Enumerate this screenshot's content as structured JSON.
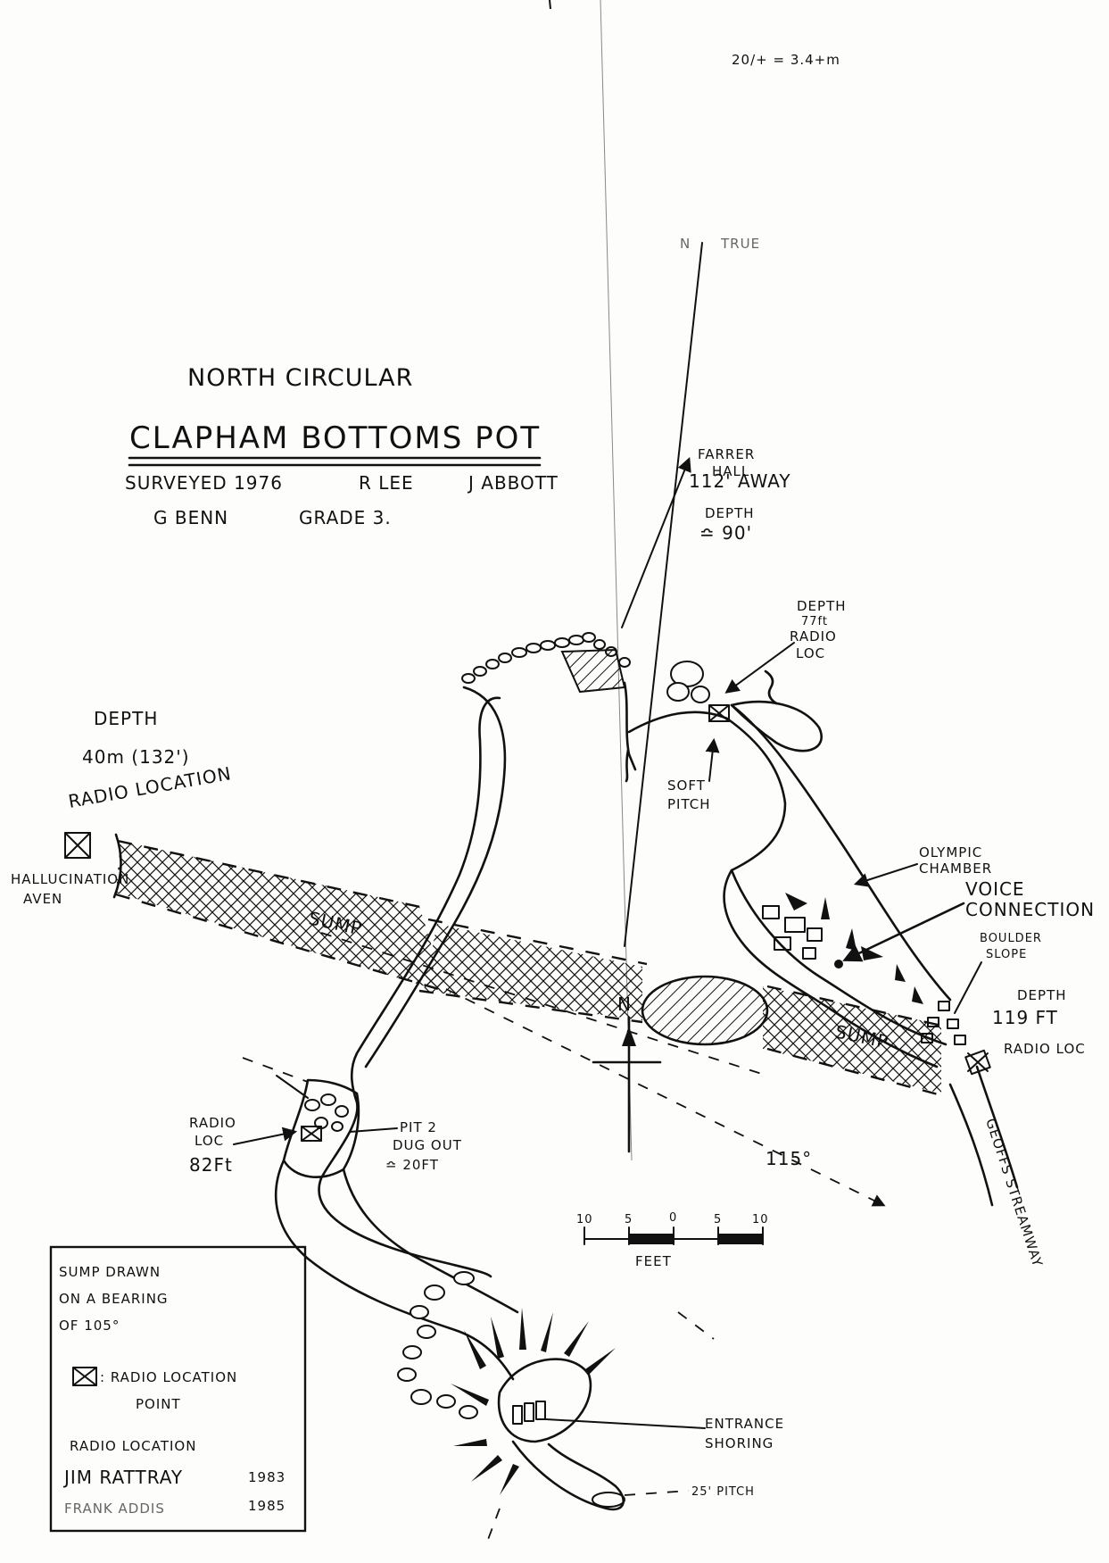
{
  "header_note": "20/+ = 3.4+m",
  "title": {
    "line1": "NORTH CIRCULAR",
    "main": "CLAPHAM BOTTOMS POT",
    "surveyed": "SURVEYED 1976",
    "surveyor1": "R LEE",
    "surveyor2": "J ABBOTT",
    "surveyor3": "G BENN",
    "grade": "GRADE 3."
  },
  "north": {
    "true_label_n": "N",
    "true_label": "TRUE",
    "magnetic_label": "N"
  },
  "labels": {
    "farrer_1": "FARRER",
    "farrer_2": "HALL",
    "farrer_3": "112' AWAY",
    "depth90_1": "DEPTH",
    "depth90_2": "≏ 90'",
    "depth77_1": "DEPTH",
    "depth77_2": "77ft",
    "depth77_3": "RADIO",
    "depth77_4": "LOC",
    "depth40_1": "DEPTH",
    "depth40_2": "40m (132')",
    "depth40_3": "RADIO LOCATION",
    "hallucination_1": "HALLUCINATION",
    "hallucination_2": "AVEN",
    "sump1": "SUMP",
    "sump2": "SUMP",
    "soft_pitch_1": "SOFT",
    "soft_pitch_2": "PITCH",
    "olympic_1": "OLYMPIC",
    "olympic_2": "CHAMBER",
    "voice_1": "VOICE",
    "voice_2": "CONNECTION",
    "boulder_1": "BOULDER",
    "boulder_2": "SLOPE",
    "depth119_1": "DEPTH",
    "depth119_2": "119 FT",
    "depth119_3": "RADIO LOC",
    "radio82_1": "RADIO",
    "radio82_2": "LOC",
    "radio82_3": "82Ft",
    "pit2_1": "PIT 2",
    "pit2_2": "DUG OUT",
    "pit2_3": "≏ 20FT",
    "bearing": "115°",
    "geoffs": "GEOFFS STREAMWAY",
    "entrance_1": "ENTRANCE",
    "entrance_2": "SHORING",
    "pitch25": "25' PITCH"
  },
  "scale": {
    "ticks": [
      "10",
      "5",
      "0",
      "5",
      "10"
    ],
    "unit": "FEET"
  },
  "legend": {
    "line1": "SUMP DRAWN",
    "line2": "ON A BEARING",
    "line3": "OF 105°",
    "symbol_label_1": ": RADIO LOCATION",
    "symbol_label_2": "POINT",
    "credit_heading": "RADIO LOCATION",
    "credit1_name": "JIM RATTRAY",
    "credit1_year": "1983",
    "credit2_name": "FRANK ADDIS",
    "credit2_year": "1985"
  }
}
